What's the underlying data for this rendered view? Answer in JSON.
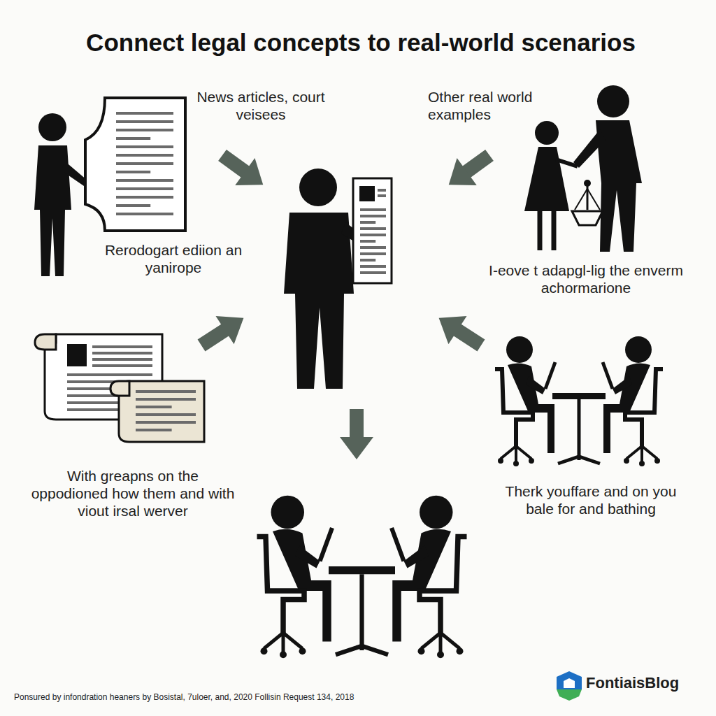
{
  "diagram": {
    "title": "Connect legal concepts to real-world scenarios",
    "labels": [
      "News articles, court veisees",
      "Other real world examples",
      "Rerodogart ediion an yanirope",
      "I-eove t adapgl-lig the enverm achormarione",
      "With greapns on the oppodioned how them and with viout irsal werver",
      "Therk youffare and on you bale for and bathing",
      "Ponsured by infondration heaners by Bosistal, 7uloer, and, 2020 Follisin Request 134, 2018",
      "FontiaisBlog"
    ]
  }
}
